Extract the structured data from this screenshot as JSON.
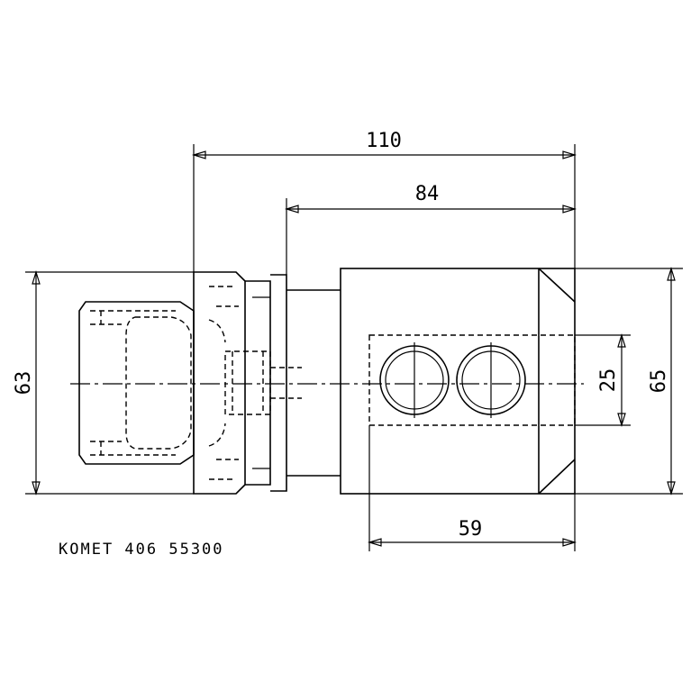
{
  "dimensions": {
    "overall_length": "110",
    "body_length": "84",
    "flange_diameter": "63",
    "height": "65",
    "bore_spacing": "25",
    "slot_length": "59"
  },
  "part_reference": "KOMET 406 55300"
}
